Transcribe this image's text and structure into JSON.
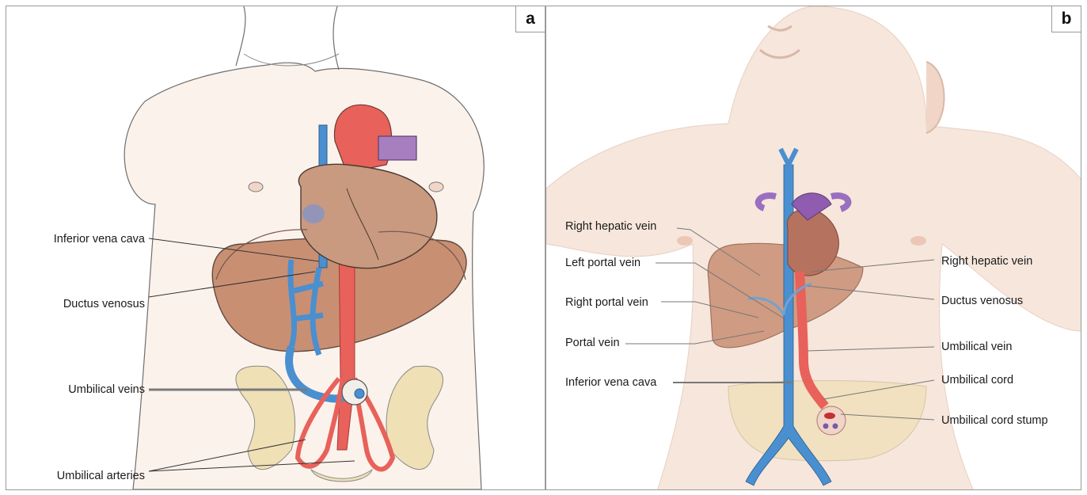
{
  "panel_a": {
    "letter": "a",
    "labels": {
      "inferior_vena_cava": "Inferior vena cava",
      "ductus_venosus": "Ductus venosus",
      "umbilical_veins": "Umbilical veins",
      "umbilical_arteries": "Umbilical arteries"
    }
  },
  "panel_b": {
    "letter": "b",
    "labels": {
      "right_hepatic_vein_left": "Right hepatic vein",
      "left_portal_vein": "Left portal vein",
      "right_portal_vein": "Right portal vein",
      "portal_vein": "Portal vein",
      "inferior_vena_cava": "Inferior vena cava",
      "right_hepatic_vein_right": "Right hepatic vein",
      "ductus_venosus": "Ductus venosus",
      "umbilical_vein": "Umbilical vein",
      "umbilical_cord": "Umbilical cord",
      "umbilical_cord_stump": "Umbilical cord stump"
    }
  },
  "colors": {
    "vein_blue": "#4a8fd0",
    "artery_red": "#e8615a",
    "heart_brown": "#c99a80",
    "liver_brown": "#c98f73",
    "skin": "#f6e6dc",
    "pelvis_bone": "#efe0b5",
    "pulmonary_purple": "#a77fc0"
  }
}
